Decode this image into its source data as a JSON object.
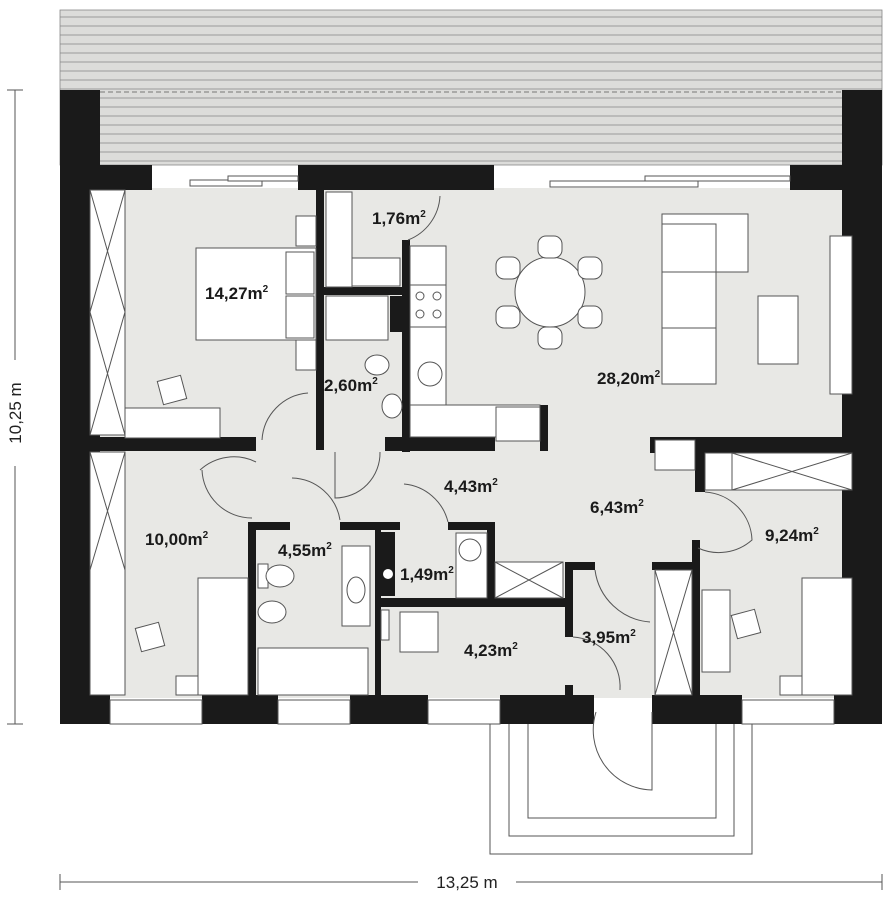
{
  "plan": {
    "dimensions": {
      "width": "13,25 m",
      "height": "10,25 m"
    },
    "unit_suffix": "m",
    "unit_sup": "2",
    "rooms": [
      {
        "id": "bedroom-main",
        "area": "14,27"
      },
      {
        "id": "wardrobe",
        "area": "1,76"
      },
      {
        "id": "bathroom-small",
        "area": "2,60"
      },
      {
        "id": "living-dining-kitchen",
        "area": "28,20"
      },
      {
        "id": "hall",
        "area": "4,43"
      },
      {
        "id": "hall-2",
        "area": "6,43"
      },
      {
        "id": "bedroom-left",
        "area": "10,00"
      },
      {
        "id": "bathroom",
        "area": "4,55"
      },
      {
        "id": "wc",
        "area": "1,49"
      },
      {
        "id": "utility",
        "area": "4,23"
      },
      {
        "id": "vestibule",
        "area": "3,95"
      },
      {
        "id": "bedroom-right",
        "area": "9,24"
      }
    ]
  },
  "colors": {
    "wall": "#1a1a1a",
    "floor": "#e8e8e5",
    "terrace": "#dcdcda"
  }
}
